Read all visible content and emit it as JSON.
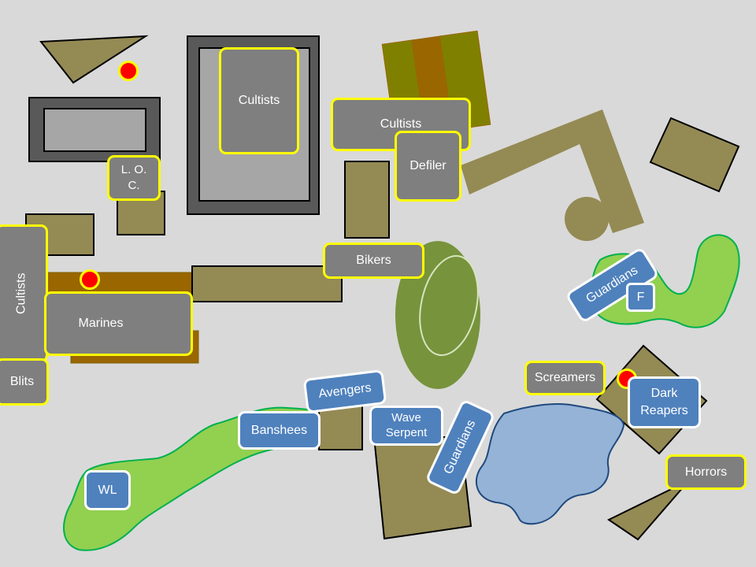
{
  "colors": {
    "background": "#d9d9d9",
    "ruin_terrain": "#948a54",
    "building_dark": "#595959",
    "building_light": "#a6a6a6",
    "forest": "#92d050",
    "forest_border": "#00b050",
    "hill": "#77933c",
    "lake": "#95b3d7",
    "chaos_unit": "#7f7f7f",
    "chaos_border": "#ffff00",
    "eldar_unit": "#4f81bd",
    "eldar_border": "#ffffff",
    "objective": "#ff0000"
  },
  "units": {
    "chaos": [
      {
        "id": "cultists-top",
        "label": "Cultists"
      },
      {
        "id": "cultists-mid",
        "label": "Cultists"
      },
      {
        "id": "defiler",
        "label": "Defiler"
      },
      {
        "id": "loc",
        "label": "L. O.\nC."
      },
      {
        "id": "bikers",
        "label": "Bikers"
      },
      {
        "id": "cultists-left",
        "label": "Cultists"
      },
      {
        "id": "marines",
        "label": "Marines"
      },
      {
        "id": "blits",
        "label": "Blits"
      },
      {
        "id": "screamers",
        "label": "Screamers"
      },
      {
        "id": "horrors",
        "label": "Horrors"
      }
    ],
    "eldar": [
      {
        "id": "guardians-right",
        "label": "Guardians"
      },
      {
        "id": "f",
        "label": "F"
      },
      {
        "id": "dark-reapers",
        "label": "Dark\nReapers"
      },
      {
        "id": "avengers",
        "label": "Avengers"
      },
      {
        "id": "banshees",
        "label": "Banshees"
      },
      {
        "id": "wave-serpent",
        "label": "Wave\nSerpent"
      },
      {
        "id": "guardians-center",
        "label": "Guardians"
      },
      {
        "id": "wl",
        "label": "WL"
      }
    ]
  }
}
